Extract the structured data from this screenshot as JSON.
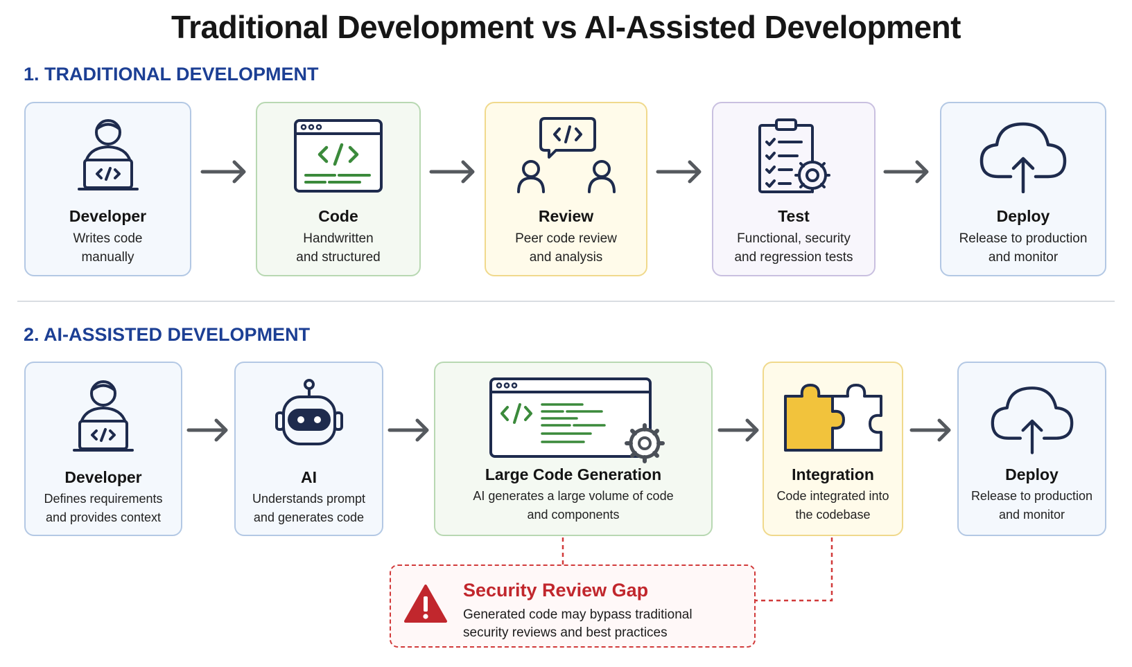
{
  "title": "Traditional Development vs AI-Assisted Development",
  "traditional": {
    "heading": "1. TRADITIONAL DEVELOPMENT",
    "steps": [
      {
        "label": "Developer",
        "desc1": "Writes code",
        "desc2": "manually",
        "icon": "developer-laptop-icon"
      },
      {
        "label": "Code",
        "desc1": "Handwritten",
        "desc2": "and structured",
        "icon": "code-window-icon"
      },
      {
        "label": "Review",
        "desc1": "Peer code review",
        "desc2": "and analysis",
        "icon": "peer-review-icon"
      },
      {
        "label": "Test",
        "desc1": "Functional, security",
        "desc2": "and regression tests",
        "icon": "test-checklist-icon"
      },
      {
        "label": "Deploy",
        "desc1": "Release to production",
        "desc2": "and monitor",
        "icon": "cloud-upload-icon"
      }
    ]
  },
  "ai": {
    "heading": "2. AI-ASSISTED DEVELOPMENT",
    "steps": [
      {
        "label": "Developer",
        "desc1": "Defines requirements",
        "desc2": "and provides context",
        "icon": "developer-laptop-icon"
      },
      {
        "label": "AI",
        "desc1": "Understands prompt",
        "desc2": "and generates code",
        "icon": "robot-icon"
      },
      {
        "label": "Large Code Generation",
        "desc1": "AI generates a large volume of code",
        "desc2": "and components",
        "icon": "code-generation-icon"
      },
      {
        "label": "Integration",
        "desc1": "Code integrated into",
        "desc2": "the codebase",
        "icon": "puzzle-icon"
      },
      {
        "label": "Deploy",
        "desc1": "Release to production",
        "desc2": "and monitor",
        "icon": "cloud-upload-icon"
      }
    ]
  },
  "gap": {
    "title": "Security Review Gap",
    "desc1": "Generated code may bypass traditional",
    "desc2": "security reviews and best practices",
    "icon": "warning-icon"
  },
  "colors": {
    "heading": "#1c3f94",
    "icon_stroke": "#1e2b4d",
    "code_green": "#3b8a3b",
    "puzzle_yellow": "#f2c33c",
    "warning_red": "#c1272d",
    "arrow": "#55595e"
  }
}
